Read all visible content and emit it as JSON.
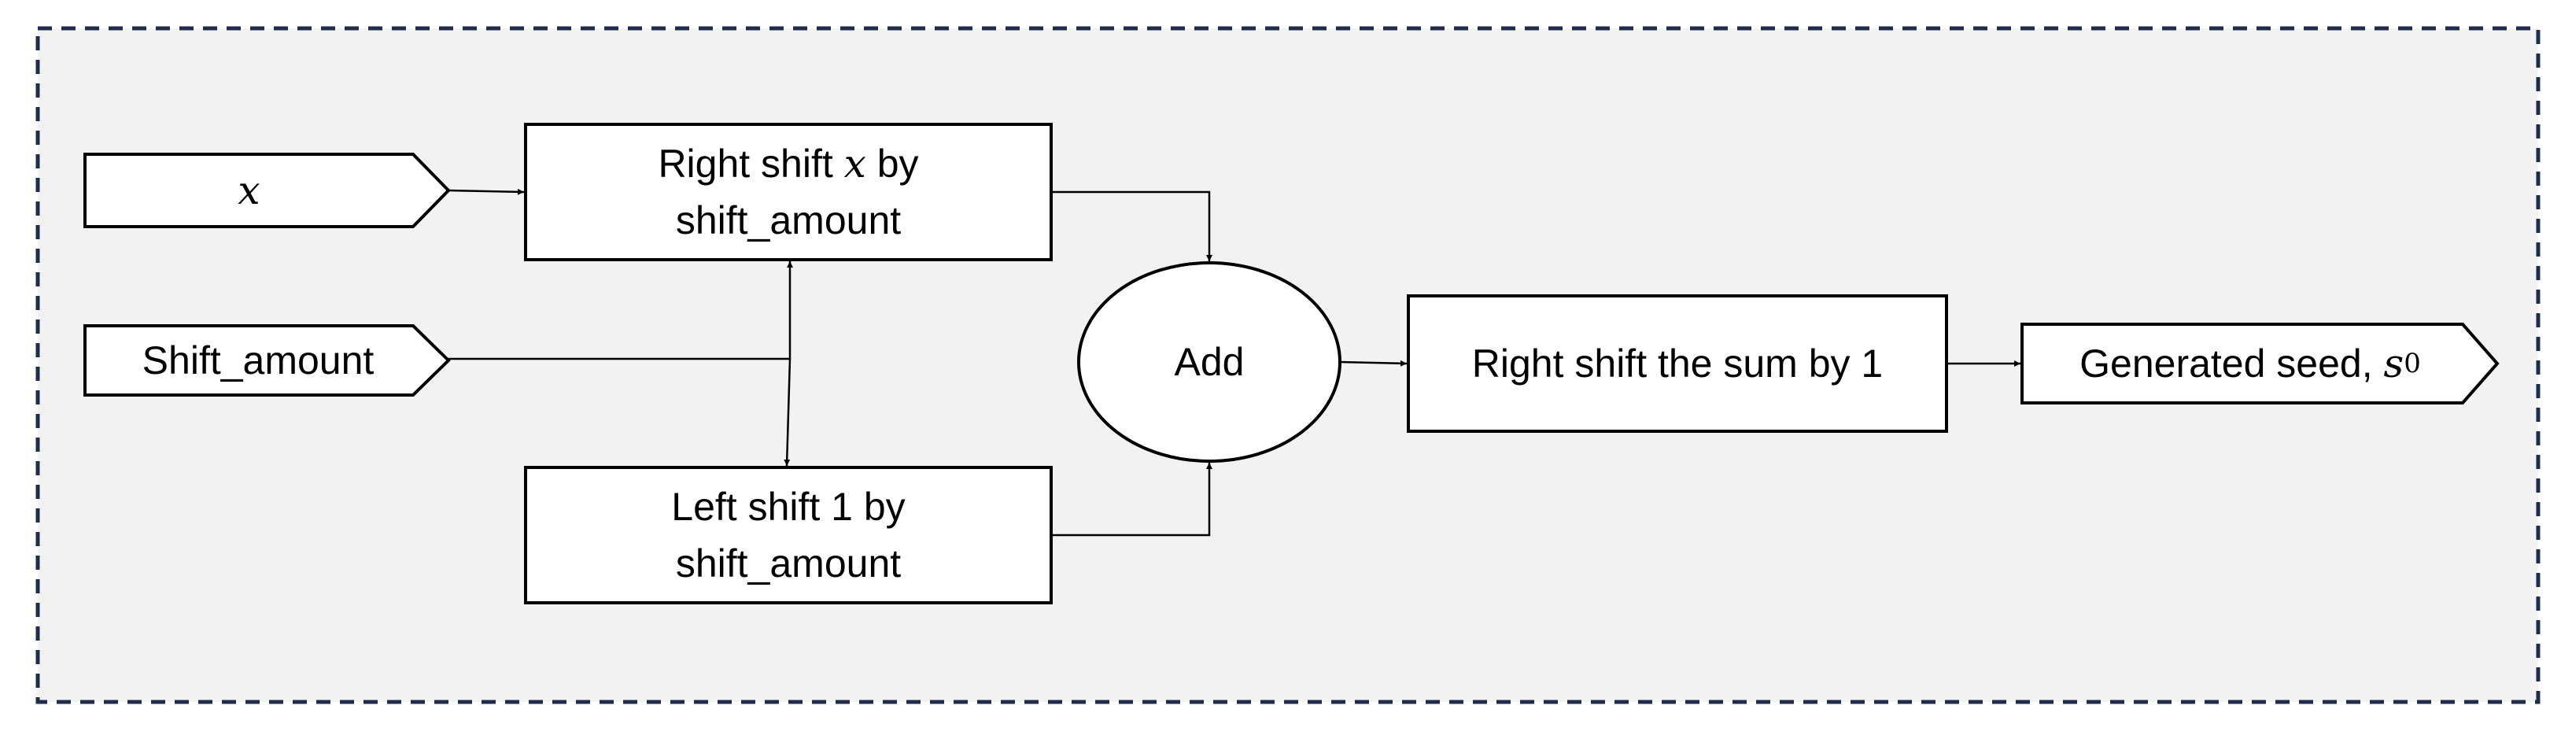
{
  "diagram": {
    "inputs": {
      "x": {
        "label": "x"
      },
      "shift_amount": {
        "label": "Shift_amount"
      }
    },
    "boxes": {
      "right_shift_x": {
        "pre": "Right shift ",
        "var": "x",
        "post": " by",
        "line2": "shift_amount"
      },
      "left_shift_1": {
        "line1": "Left shift 1 by",
        "line2": "shift_amount"
      },
      "right_shift_sum": {
        "label": "Right shift the sum by 1"
      }
    },
    "add_node": {
      "label": "Add"
    },
    "output": {
      "prefix": "Generated seed, ",
      "var": "s",
      "sub": "0"
    },
    "colors": {
      "frame_border": "#1f2d4d",
      "frame_fill": "#f2f2f2",
      "shape_fill": "#ffffff",
      "stroke": "#000000"
    }
  }
}
